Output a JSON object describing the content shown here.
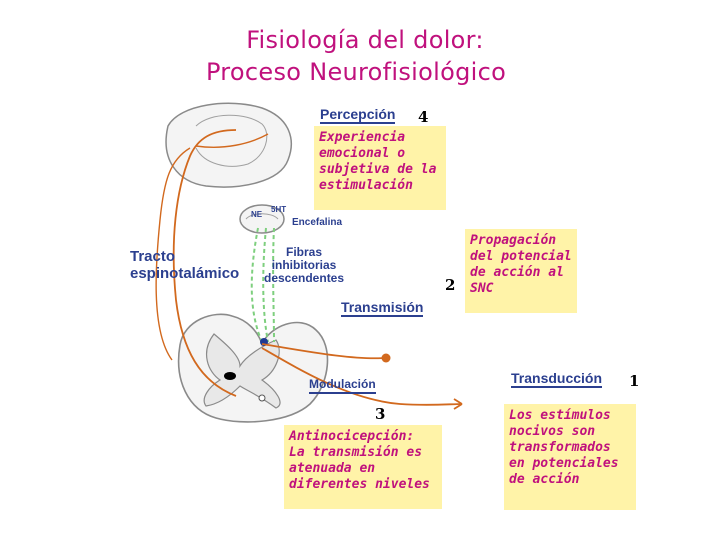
{
  "title": {
    "line1": "Fisiología del dolor:",
    "line2": "Proceso Neurofisiológico"
  },
  "stages": {
    "percepcion": "Percepción",
    "transmision": "Transmisión",
    "modulacion": "Modulación",
    "transduccion": "Transducción"
  },
  "numbers": {
    "n1": "1",
    "n2": "2",
    "n3": "3",
    "n4": "4"
  },
  "notes": {
    "percepcion": "Experiencia\nemocional o\nsubjetiva de la\nestimulación",
    "propagacion": "Propagación\ndel potencial\nde acción al\nSNC",
    "antinocicepcion": "Antinocicepción:\nLa transmisión es\natenuada en\ndiferentes niveles",
    "transduccion": "Los estímulos\nnocivos son\ntransformados\nen potenciales\nde acción"
  },
  "diagram_labels": {
    "tracto": "Tracto\nespinotalámico",
    "fibras": "Fibras\ninhibitorias\ndescendentes",
    "ne": "NE",
    "ht5": "5HT",
    "encefalina": "Encefalina"
  },
  "colors": {
    "title": "#c0117d",
    "note_bg": "#fff3a8",
    "stage_text": "#2b3f8f",
    "nerve": "#d2691e",
    "inhibitory": "#7ecf7e",
    "outline": "#888888"
  }
}
